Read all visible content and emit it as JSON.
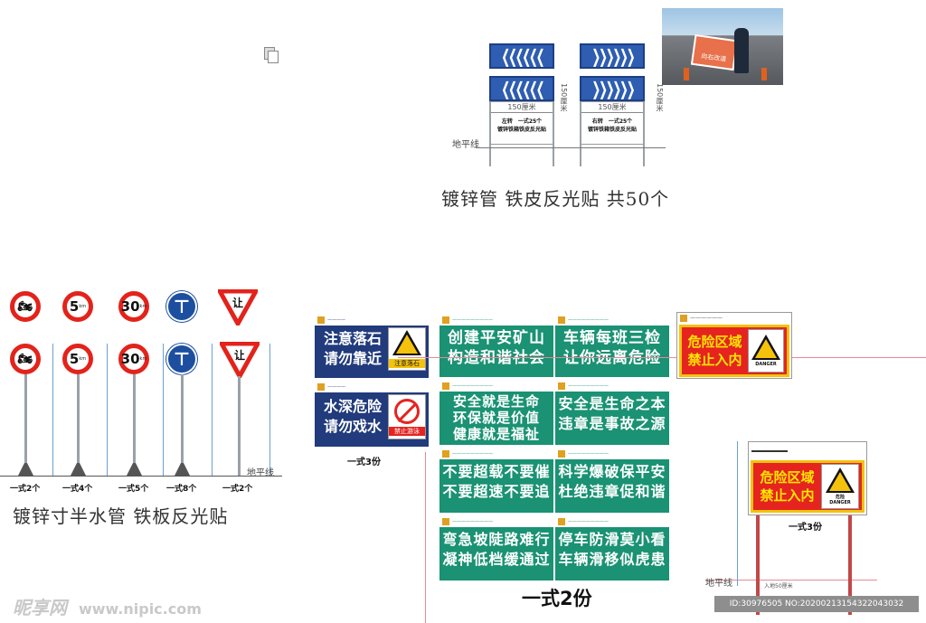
{
  "top_section": {
    "dim_width": "150厘米",
    "dim_height": "150厘米",
    "board_left_text": "左转　一式25个",
    "board_left_text2": "镀锌铁箱铁皮反光贴",
    "board_right_text": "右转　一式25个",
    "board_right_text2": "镀锌铁箱铁皮反光贴",
    "ground_label": "地平线",
    "caption": "镀锌管 铁皮反光贴 共50个",
    "photo_sign_text": "向右改道",
    "chevron_left": "❮❮❮❮❮❮",
    "chevron_right": "❯❯❯❯❯❯"
  },
  "road_signs": {
    "caption": "镀锌寸半水管 铁板反光贴",
    "ground_label": "地平线",
    "items": [
      {
        "symbol": "🏍",
        "qty": "一式2个"
      },
      {
        "symbol": "5",
        "unit": "km",
        "qty": "一式4个"
      },
      {
        "symbol": "30",
        "unit": "km",
        "qty": "一式5个"
      },
      {
        "symbol": "⊤",
        "qty": "一式8个"
      },
      {
        "symbol": "让",
        "qty": "一式2个"
      }
    ]
  },
  "blue_signs": {
    "sign1_line1": "注意落石",
    "sign1_line2": "请勿靠近",
    "sign1_label": "注意落石",
    "sign2_line1": "水深危险",
    "sign2_line2": "请勿戏水",
    "sign2_label": "禁止游泳",
    "qty": "一式3份"
  },
  "green_signs": {
    "items": [
      {
        "l1": "创建平安矿山",
        "l2": "构造和谐社会"
      },
      {
        "l1": "车辆每班三检",
        "l2": "让你远离危险"
      },
      {
        "l1": "安全就是生命",
        "l2": "环保就是价值",
        "l3": "健康就是福祉"
      },
      {
        "l1": "安全是生命之本",
        "l2": "违章是事故之源"
      },
      {
        "l1": "不要超载不要催",
        "l2": "不要超速不要追"
      },
      {
        "l1": "科学爆破保平安",
        "l2": "杜绝违章促和谐"
      },
      {
        "l1": "弯急坡陡路难行",
        "l2": "凝神低档缓通过"
      },
      {
        "l1": "停车防滑莫小看",
        "l2": "车辆滑移似虎患"
      }
    ],
    "qty": "一式2份"
  },
  "danger_signs": {
    "line1": "危险区域",
    "line2": "禁止入内",
    "label_cn": "危险",
    "label_en": "DANGER",
    "qty": "一式3份",
    "ground_label": "地平线",
    "depth_label": "入地50厘米"
  },
  "watermark": {
    "logo": "昵享网",
    "url": "www.nipic.com",
    "id_text": "ID:30976505 NO:20200213154322043032"
  },
  "colors": {
    "green": "#1a9273",
    "navy": "#213b7c",
    "red": "#e52420",
    "yellow": "#f4c20d",
    "blue": "#2e5db1"
  }
}
